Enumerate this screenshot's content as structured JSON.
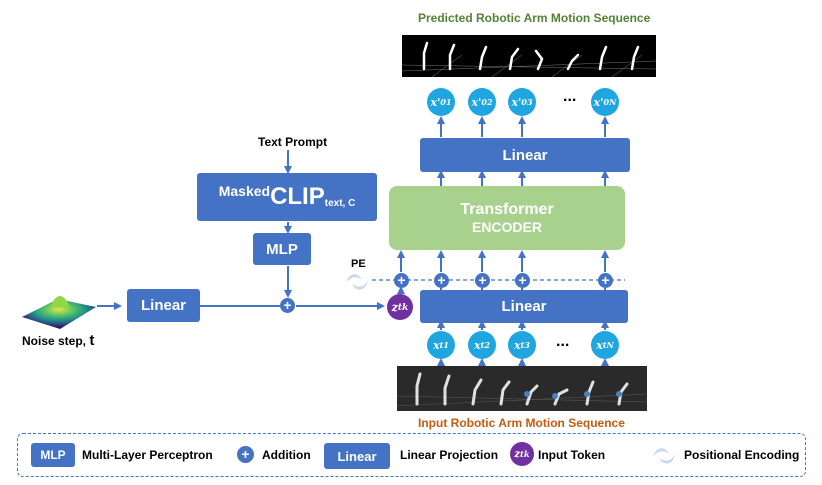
{
  "top_title": "Predicted Robotic Arm Motion Sequence",
  "bottom_title": "Input Robotic Arm Motion Sequence",
  "text_prompt": "Text Prompt",
  "masked_clip": {
    "prefix": "Masked",
    "main": "CLIP",
    "sub": "text, C"
  },
  "mlp_label": "MLP",
  "linear_label": "Linear",
  "transformer": {
    "line1": "Transformer",
    "line2": "ENCODER"
  },
  "noise_label": {
    "text": "Noise step,",
    "var": "t"
  },
  "pe_label": "PE",
  "ellipsis": "...",
  "output_tokens": [
    {
      "base": "x'",
      "sub": "0",
      "sup": "1"
    },
    {
      "base": "x'",
      "sub": "0",
      "sup": "2"
    },
    {
      "base": "x'",
      "sub": "0",
      "sup": "3"
    },
    {
      "base": "x'",
      "sub": "0",
      "sup": "N"
    }
  ],
  "input_tokens": [
    {
      "base": "x",
      "sub": "t",
      "sup": "1"
    },
    {
      "base": "x",
      "sub": "t",
      "sup": "2"
    },
    {
      "base": "x",
      "sub": "t",
      "sup": "3"
    },
    {
      "base": "x",
      "sub": "t",
      "sup": "N"
    }
  ],
  "z_token": {
    "base": "z",
    "sub": "tk"
  },
  "plus_symbol": "+",
  "legend": {
    "mlp_box": "MLP",
    "mlp_desc": "Multi-Layer Perceptron",
    "add_desc": "Addition",
    "linear_box": "Linear",
    "linear_desc": "Linear Projection",
    "token_desc": "Input Token",
    "pe_desc": "Positional Encoding"
  },
  "colors": {
    "blue": "#4472c4",
    "green": "#a9d18e",
    "token": "#1fa6e0",
    "ztoken": "#7030a0",
    "top_title": "#548235",
    "bottom_title": "#c55a11"
  }
}
